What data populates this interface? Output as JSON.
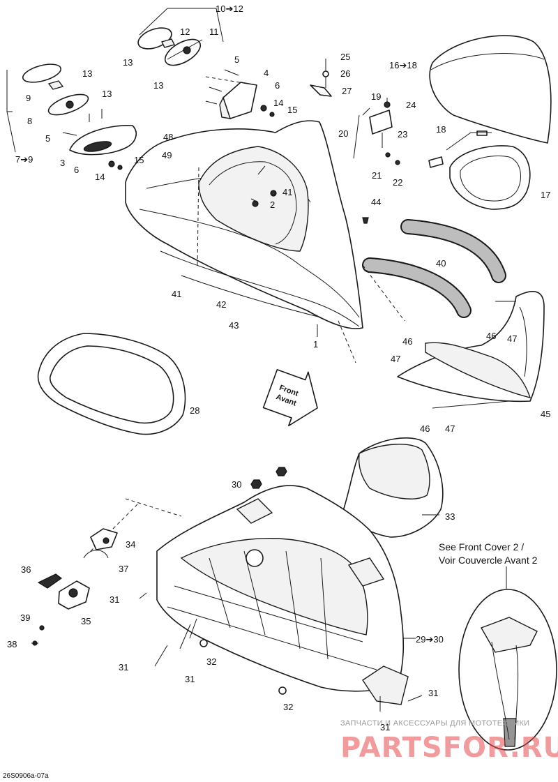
{
  "diagram_id": "26S0906a-07a",
  "front_arrow": {
    "line1": "Front",
    "line2": "Avant"
  },
  "see_also": {
    "line1": "See Front Cover 2 /",
    "line2": "Voir Couvercle Avant 2"
  },
  "watermark": {
    "top": "ЗАПЧАСТИ И АКСЕССУАРЫ ДЛЯ МОТОТЕХНИКИ",
    "logo": "PARTSFOR.RU"
  },
  "callouts": {
    "c1": "1",
    "c2": "2",
    "c3": "3",
    "c4": "4",
    "c5a": "5",
    "c5b": "5",
    "c6a": "6",
    "c6b": "6",
    "c8": "8",
    "c9": "9",
    "c10_12": "10➔12",
    "c11": "11",
    "c12": "12",
    "c13a": "13",
    "c13b": "13",
    "c13c": "13",
    "c13d": "13",
    "c14a": "14",
    "c14b": "14",
    "c15a": "15",
    "c15b": "15",
    "c16_18": "16➔18",
    "c17": "17",
    "c18": "18",
    "c19": "19",
    "c20": "20",
    "c21": "21",
    "c22": "22",
    "c23": "23",
    "c24": "24",
    "c25": "25",
    "c26": "26",
    "c27": "27",
    "c28": "28",
    "c29_30": "29➔30",
    "c30": "30",
    "c31a": "31",
    "c31b": "31",
    "c31c": "31",
    "c31d": "31",
    "c31e": "31",
    "c32a": "32",
    "c32b": "32",
    "c33": "33",
    "c34": "34",
    "c35": "35",
    "c36": "36",
    "c37": "37",
    "c38": "38",
    "c39": "39",
    "c40": "40",
    "c41a": "41",
    "c41b": "41",
    "c42": "42",
    "c43": "43",
    "c44": "44",
    "c45": "45",
    "c46a": "46",
    "c46b": "46",
    "c46c": "46",
    "c47a": "47",
    "c47b": "47",
    "c47c": "47",
    "c48": "48",
    "c49": "49",
    "c7_9": "7➔9"
  }
}
